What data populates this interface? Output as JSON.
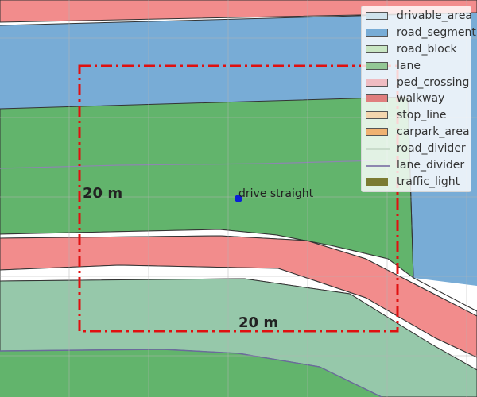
{
  "map": {
    "legend": [
      {
        "label": "drivable_area",
        "kind": "patch",
        "color": "#cfe2ec"
      },
      {
        "label": "road_segment",
        "kind": "patch",
        "color": "#78acd6"
      },
      {
        "label": "road_block",
        "kind": "patch",
        "color": "#c9e6c3"
      },
      {
        "label": "lane",
        "kind": "patch",
        "color": "#93c795"
      },
      {
        "label": "ped_crossing",
        "kind": "patch",
        "color": "#efbcc2"
      },
      {
        "label": "walkway",
        "kind": "patch",
        "color": "#e07e7e"
      },
      {
        "label": "stop_line",
        "kind": "patch",
        "color": "#f4d6ae"
      },
      {
        "label": "carpark_area",
        "kind": "patch",
        "color": "#f0b272"
      },
      {
        "label": "road_divider",
        "kind": "line",
        "color": "#c9dccb"
      },
      {
        "label": "lane_divider",
        "kind": "line",
        "color": "#8d86b0"
      },
      {
        "label": "traffic_light",
        "kind": "patch",
        "color": "#7b7b32"
      }
    ],
    "scale_labels": {
      "vertical": "20 m",
      "horizontal": "20 m"
    },
    "ego": {
      "label": "drive straight",
      "color": "#0a1fd6"
    },
    "colors": {
      "road_segment": "#78acd6",
      "lane": "#62b46c",
      "walkway": "#f28c8c",
      "road_block": "#96c8aa",
      "box": "#e01010",
      "grid": "#b4b4b4"
    }
  }
}
